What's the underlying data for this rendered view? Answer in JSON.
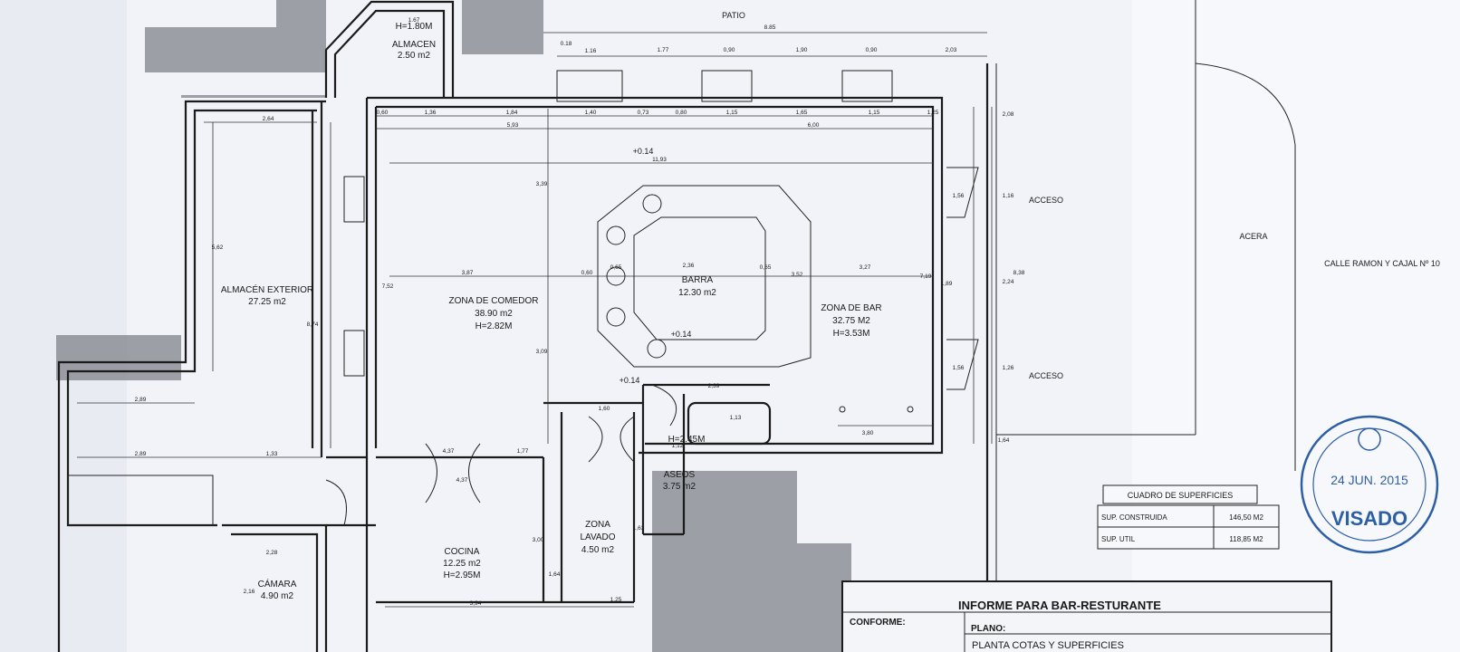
{
  "labels": {
    "patio": "PATIO",
    "acera": "ACERA",
    "calle": "CALLE RAMON Y CAJAL Nº 10",
    "acceso_top": "ACCESO",
    "acceso_bottom": "ACCESO"
  },
  "rooms": {
    "almacen": {
      "name": "ALMACEN",
      "area": "2.50 m2",
      "height": "H=1.80M"
    },
    "almacen_ext": {
      "name": "ALMACÉN EXTERIOR",
      "area": "27.25 m2"
    },
    "comedor": {
      "name": "ZONA DE COMEDOR",
      "area": "38.90 m2",
      "height": "H=2.82M"
    },
    "barra": {
      "name": "BARRA",
      "area": "12.30 m2"
    },
    "bar": {
      "name": "ZONA DE BAR",
      "area": "32.75 M2",
      "height": "H=3.53M"
    },
    "aseos": {
      "name": "ASEOS",
      "area": "3.75 m2",
      "height": "H=2.45M"
    },
    "lavado": {
      "name": "ZONA",
      "name2": "LAVADO",
      "area": "4.50 m2"
    },
    "cocina": {
      "name": "COCINA",
      "area": "12.25 m2",
      "height": "H=2.95M"
    },
    "camara": {
      "name": "CÁMARA",
      "area": "4.90 m2"
    }
  },
  "levels": {
    "l1": "+0.14",
    "l2": "+0.14",
    "l3": "+0.14"
  },
  "dims": {
    "d885": "8.85",
    "d167": "1.67",
    "d018": "0.18",
    "d116": "1.16",
    "d177a": "1.77",
    "d090a": "0,90",
    "d190": "1,90",
    "d090b": "0,90",
    "d203": "2,03",
    "d060": "0,60",
    "d136": "1,36",
    "d184": "1,84",
    "d140": "1,40",
    "d073": "0,73",
    "d080": "0,80",
    "d115a": "1,15",
    "d165": "1,65",
    "d115b": "1,15",
    "d125": "1,25",
    "d593": "5,93",
    "d600": "6,00",
    "d1193": "11,93",
    "d264": "2,64",
    "d562": "5,62",
    "d874": "8,74",
    "d387": "3,87",
    "d236": "2,36",
    "d327": "3,27",
    "d060b": "0,60",
    "d065a": "0,65",
    "d065b": "0,65",
    "d289a": "2,89",
    "d289b": "2,89",
    "d133": "1,33",
    "d228": "2,28",
    "d216": "2,16",
    "d394": "3,94",
    "d125b": "1,25",
    "d160": "1,60",
    "d239": "2,39",
    "d380": "3,80",
    "d113": "1,13",
    "d112": "1,12",
    "d177b": "1,77",
    "d437a": "4,37",
    "d437b": "4,37",
    "d300": "3,00",
    "d164": "1,64",
    "d163": "1,63",
    "d208": "2,08",
    "d838": "8,38",
    "d224": "2,24",
    "d156a": "1,56",
    "d156b": "1,56",
    "d116b": "1,16",
    "d126": "1,26",
    "d164b": "1,64",
    "d719": "7,19",
    "d189": "1,89",
    "d352": "3,52",
    "d339": "3,39",
    "d309": "3,09",
    "d752": "7,52"
  },
  "table": {
    "title": "CUADRO DE SUPERFICIES",
    "rows": [
      {
        "label": "SUP. CONSTRUIDA",
        "value": "146,50 M2"
      },
      {
        "label": "SUP. UTIL",
        "value": "118,85 M2"
      }
    ]
  },
  "title_block": {
    "title": "INFORME PARA BAR-RESTURANTE",
    "conforme": "CONFORME:",
    "plano": "PLANO:",
    "plano_value": "PLANTA COTAS Y SUPERFICIES"
  },
  "stamp": {
    "date": "24 JUN. 2015",
    "word": "VISADO"
  },
  "colors": {
    "paper": "#eef0f6",
    "ink": "#1b1b1b",
    "hatch": "#8d8f96",
    "stamp": "#2d5fa5"
  }
}
